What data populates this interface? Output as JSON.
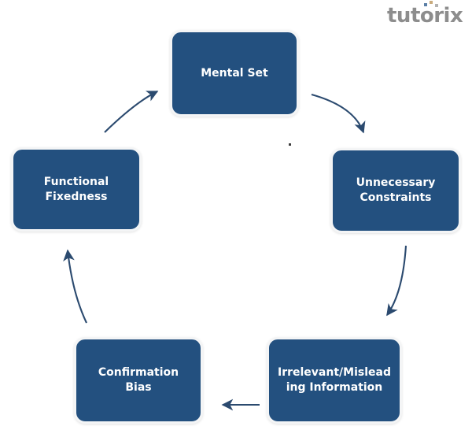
{
  "logo": {
    "text": "tutorix",
    "dot_colors": [
      "#5b7fa6",
      "#c9ab7d",
      "#b3b3b3"
    ],
    "text_color": "#8d8d8d"
  },
  "diagram": {
    "type": "cycle",
    "direction": "clockwise",
    "node_fill": "#23507f",
    "node_text_color": "#ffffff",
    "node_border_color": "#f4f5f6",
    "arrow_color": "#2b4a6f",
    "background": "#ffffff",
    "nodes": [
      {
        "id": "mental-set",
        "label": "Mental Set"
      },
      {
        "id": "unnecessary",
        "label": "Unnecessary\nConstraints"
      },
      {
        "id": "irrelevant",
        "label": "Irrelevant/Mislead\ning Information"
      },
      {
        "id": "confirmation",
        "label": "Confirmation Bias"
      },
      {
        "id": "functional",
        "label": "Functional\nFixedness"
      }
    ],
    "arrows": [
      {
        "id": "mental-set-to-unnecessary",
        "from": "mental-set",
        "to": "unnecessary"
      },
      {
        "id": "unnecessary-to-irrelevant",
        "from": "unnecessary",
        "to": "irrelevant"
      },
      {
        "id": "irrelevant-to-confirmation",
        "from": "irrelevant",
        "to": "confirmation"
      },
      {
        "id": "confirmation-to-functional",
        "from": "confirmation",
        "to": "functional"
      },
      {
        "id": "functional-to-mental-set",
        "from": "functional",
        "to": "mental-set"
      }
    ]
  }
}
